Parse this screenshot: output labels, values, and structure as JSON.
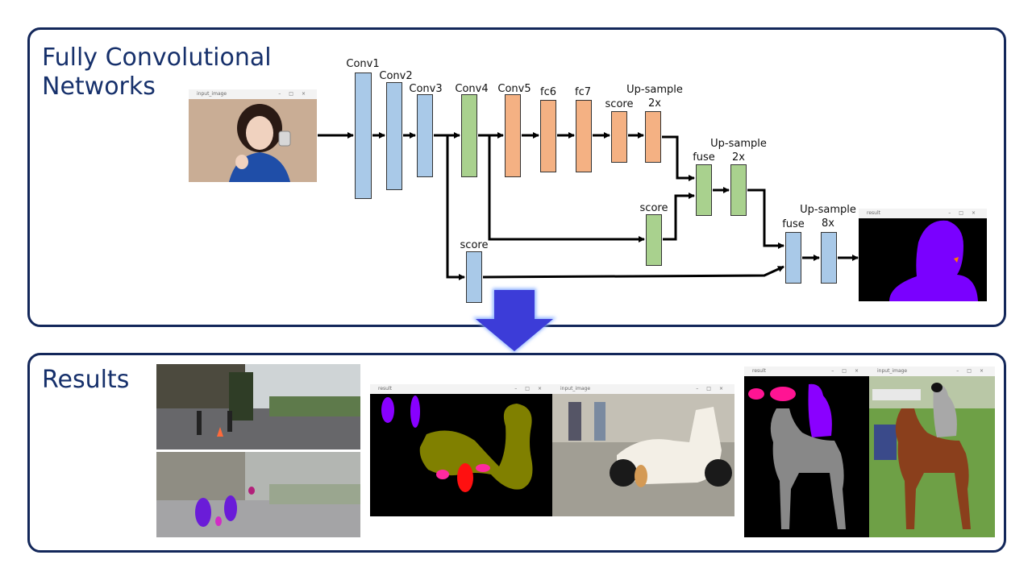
{
  "fcn_panel": {
    "title": "Fully Convolutional\nNetworks",
    "labels": {
      "conv1": "Conv1",
      "conv2": "Conv2",
      "conv3": "Conv3",
      "conv4": "Conv4",
      "conv5": "Conv5",
      "fc6": "fc6",
      "fc7": "fc7",
      "score_top": "score",
      "upsample_top": "Up-sample\n2x",
      "fuse_mid": "fuse",
      "upsample_mid": "Up-sample\n2x",
      "score_mid": "score",
      "score_low": "score",
      "fuse_right": "fuse",
      "upsample_right": "Up-sample\n8x"
    },
    "input_window_title": "input_image",
    "result_window_title": "result",
    "colors": {
      "blue_block": "#a9c9e8",
      "green_block": "#a9d18e",
      "orange_block": "#f4b183",
      "segment_purple": "#7a00ff",
      "segment_orange": "#ff7a00",
      "panel_border": "#13275a",
      "arrow": "#3c3cd8"
    }
  },
  "results_panel": {
    "title": "Results",
    "windows": [
      {
        "title": "result"
      },
      {
        "title": "input_image"
      },
      {
        "title": "result"
      },
      {
        "title": "input_image"
      }
    ],
    "segment_colors": {
      "person": "#8800ff",
      "bottle": "#ff2aa0",
      "motorbike": "#808000",
      "cat": "#ff0000",
      "horse": "#808080"
    }
  }
}
